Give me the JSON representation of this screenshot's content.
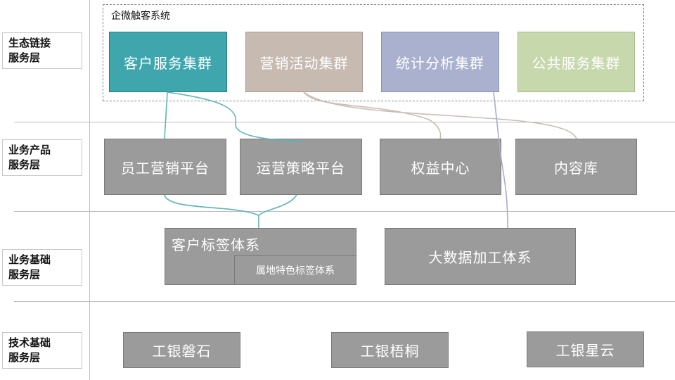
{
  "layers": [
    "生态链接\n服务层",
    "业务产品\n服务层",
    "业务基础\n服务层",
    "技术基础\n服务层"
  ],
  "ecosystem": {
    "group_title": "企微触客系统",
    "clusters": [
      "客户服务集群",
      "营销活动集群",
      "统计分析集群",
      "公共服务集群"
    ]
  },
  "products": [
    "员工营销平台",
    "运营策略平台",
    "权益中心",
    "内容库"
  ],
  "foundation": {
    "customer_tags": "客户标签体系",
    "regional_tags": "属地特色标签体系",
    "big_data": "大数据加工体系"
  },
  "technology": [
    "工银磐石",
    "工银梧桐",
    "工银星云"
  ],
  "colors": {
    "customer_cluster": "#3fa6ae",
    "marketing_cluster": "#c6bab1",
    "stats_cluster": "#aab1cf",
    "public_cluster": "#c7d8ac",
    "gray_box": "#9b9b9b"
  }
}
